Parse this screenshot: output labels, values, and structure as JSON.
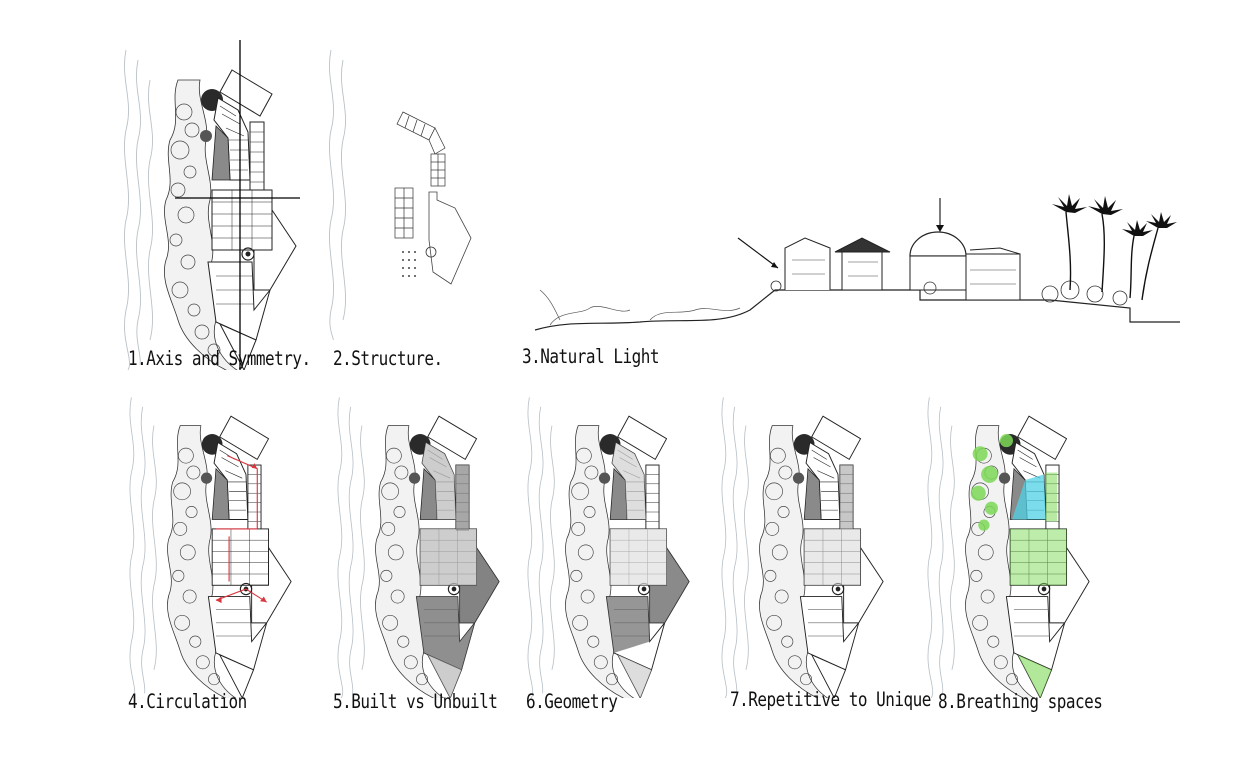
{
  "captions": {
    "c1": "1.Axis and Symmetry.",
    "c2": "2.Structure.",
    "c3": "3.Natural Light",
    "c4": "4.Circulation",
    "c5": "5.Built vs Unbuilt",
    "c6": "6.Geometry",
    "c7": "7.Repetitive to Unique",
    "c8": "8.Breathing spaces"
  },
  "colors": {
    "ink": "#1a1a1a",
    "wave": "#b9c2c8",
    "circulation": "#d9363e",
    "built": "#6a6a6a",
    "built_light": "#bdbdbd",
    "water": "#4fd1e6",
    "green": "#7ed957"
  }
}
